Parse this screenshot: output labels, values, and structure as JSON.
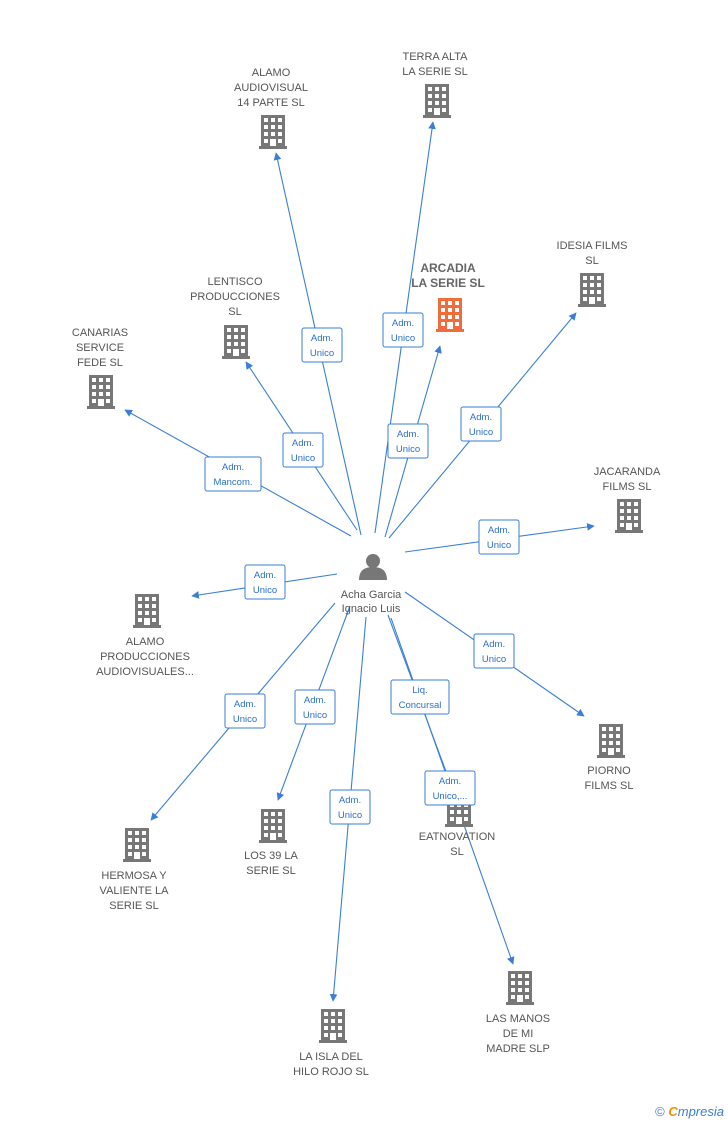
{
  "center": {
    "name": "Acha Garcia Ignacio Luis",
    "lines": [
      "Acha Garcia",
      "Ignacio Luis"
    ],
    "icon": "person-icon"
  },
  "colors": {
    "edge": "#3a7fd5",
    "building": "#777777",
    "focus_building": "#f26b3a",
    "label": "#555555"
  },
  "companies": [
    {
      "id": "alamo14",
      "lines": [
        "ALAMO",
        "AUDIOVISUAL",
        "14 PARTE  SL"
      ],
      "relation": [
        "Adm.",
        "Unico"
      ],
      "icon": "building-icon"
    },
    {
      "id": "terra",
      "lines": [
        "TERRA ALTA",
        "LA SERIE  SL"
      ],
      "relation": [
        "Adm.",
        "Unico"
      ],
      "icon": "building-icon"
    },
    {
      "id": "arcadia",
      "lines": [
        "ARCADIA",
        "LA SERIE  SL"
      ],
      "relation": [
        "Adm.",
        "Unico"
      ],
      "icon": "building-icon",
      "focus": true
    },
    {
      "id": "idesia",
      "lines": [
        "IDESIA FILMS",
        "SL"
      ],
      "relation": [
        "Adm.",
        "Unico"
      ],
      "icon": "building-icon"
    },
    {
      "id": "lentisco",
      "lines": [
        "LENTISCO",
        "PRODUCCIONES",
        "SL"
      ],
      "relation": [
        "Adm.",
        "Unico"
      ],
      "icon": "building-icon"
    },
    {
      "id": "canarias",
      "lines": [
        "CANARIAS",
        "SERVICE",
        "FEDE  SL"
      ],
      "relation": [
        "Adm.",
        "Mancom."
      ],
      "icon": "building-icon"
    },
    {
      "id": "jacaranda",
      "lines": [
        "JACARANDA",
        "FILMS  SL"
      ],
      "relation": [
        "Adm.",
        "Unico"
      ],
      "icon": "building-icon"
    },
    {
      "id": "alamoprod",
      "lines": [
        "ALAMO",
        "PRODUCCIONES",
        "AUDIOVISUALES..."
      ],
      "relation": [
        "Adm.",
        "Unico"
      ],
      "icon": "building-icon"
    },
    {
      "id": "piorno",
      "lines": [
        "PIORNO",
        "FILMS  SL"
      ],
      "relation": [
        "Adm.",
        "Unico"
      ],
      "icon": "building-icon"
    },
    {
      "id": "hermosa",
      "lines": [
        "HERMOSA Y",
        "VALIENTE LA",
        "SERIE  SL"
      ],
      "relation": [
        "Adm.",
        "Unico"
      ],
      "icon": "building-icon"
    },
    {
      "id": "los39",
      "lines": [
        "LOS 39 LA",
        "SERIE  SL"
      ],
      "relation": [
        "Adm.",
        "Unico"
      ],
      "icon": "building-icon"
    },
    {
      "id": "eatnovation",
      "lines": [
        "EATNOVATION",
        "SL"
      ],
      "relation": [
        "Liq.",
        "Concursal"
      ],
      "icon": "building-icon"
    },
    {
      "id": "isla",
      "lines": [
        "LA ISLA DEL",
        "HILO ROJO  SL"
      ],
      "relation": [
        "Adm.",
        "Unico"
      ],
      "icon": "building-icon"
    },
    {
      "id": "manos",
      "lines": [
        "LAS MANOS",
        "DE MI",
        "MADRE  SLP"
      ],
      "relation": [
        "Adm.",
        "Unico,..."
      ],
      "icon": "building-icon"
    }
  ],
  "footer": {
    "copyright": "©",
    "brand_first": "C",
    "brand_rest": "mpresia"
  }
}
